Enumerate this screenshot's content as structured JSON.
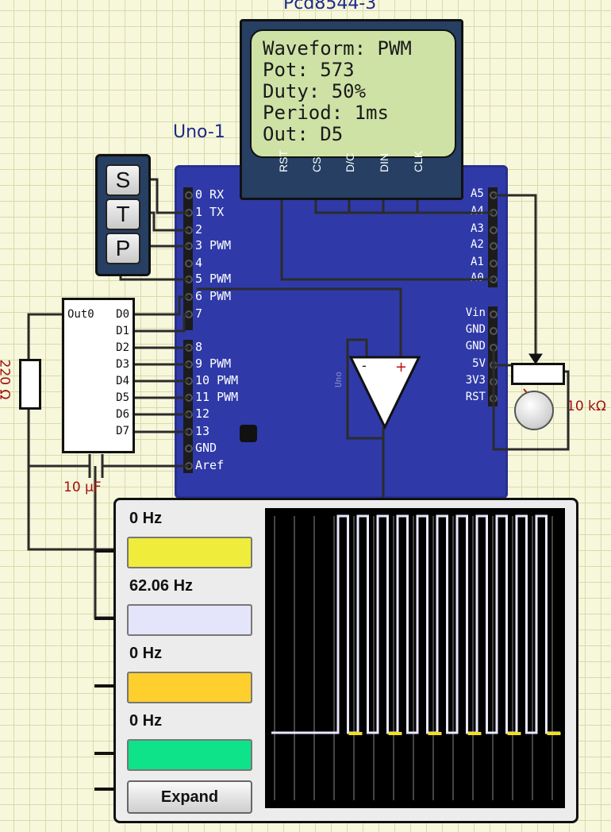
{
  "lcd": {
    "title": "Pcd8544-3",
    "lines": [
      "Waveform: PWM",
      "Pot: 573",
      "Duty: 50%",
      "Period: 1ms",
      "Out: D5"
    ],
    "pins": [
      "RST",
      "CS",
      "D/C",
      "DIN",
      "CLK"
    ]
  },
  "board": {
    "name": "Uno-1",
    "silk": "Uno",
    "left_pins": [
      "0 RX",
      "1 TX",
      "2",
      "3 PWM",
      "4",
      "5 PWM",
      "6 PWM",
      "7",
      "8",
      "9 PWM",
      "10 PWM",
      "11 PWM",
      "12",
      "13",
      "GND",
      "Aref"
    ],
    "right_top_pins": [
      "A5",
      "A4",
      "A3",
      "A2",
      "A1",
      "A0"
    ],
    "right_power_pins": [
      "Vin",
      "GND",
      "GND",
      "5V",
      "3V3",
      "RST"
    ]
  },
  "buttons": [
    "S",
    "T",
    "P"
  ],
  "counter": {
    "out_label": "Out0",
    "pins": [
      "D0",
      "D1",
      "D2",
      "D3",
      "D4",
      "D5",
      "D6",
      "D7"
    ]
  },
  "resistor": {
    "label": "220 Ω"
  },
  "capacitor": {
    "label": "10 µF"
  },
  "potentiometer": {
    "label": "10 kΩ"
  },
  "opamp": {
    "minus": "-",
    "plus": "+"
  },
  "analyzer": {
    "channels": [
      {
        "freq": "0 Hz",
        "color": "#f0ec3c"
      },
      {
        "freq": "62.06 Hz",
        "color": "#e4e4fa"
      },
      {
        "freq": "0 Hz",
        "color": "#ffcf2e"
      },
      {
        "freq": "0 Hz",
        "color": "#0ee38a"
      }
    ],
    "expand_label": "Expand",
    "trace_color": "#e8e8ff",
    "low_segment_color": "#f0e020"
  }
}
